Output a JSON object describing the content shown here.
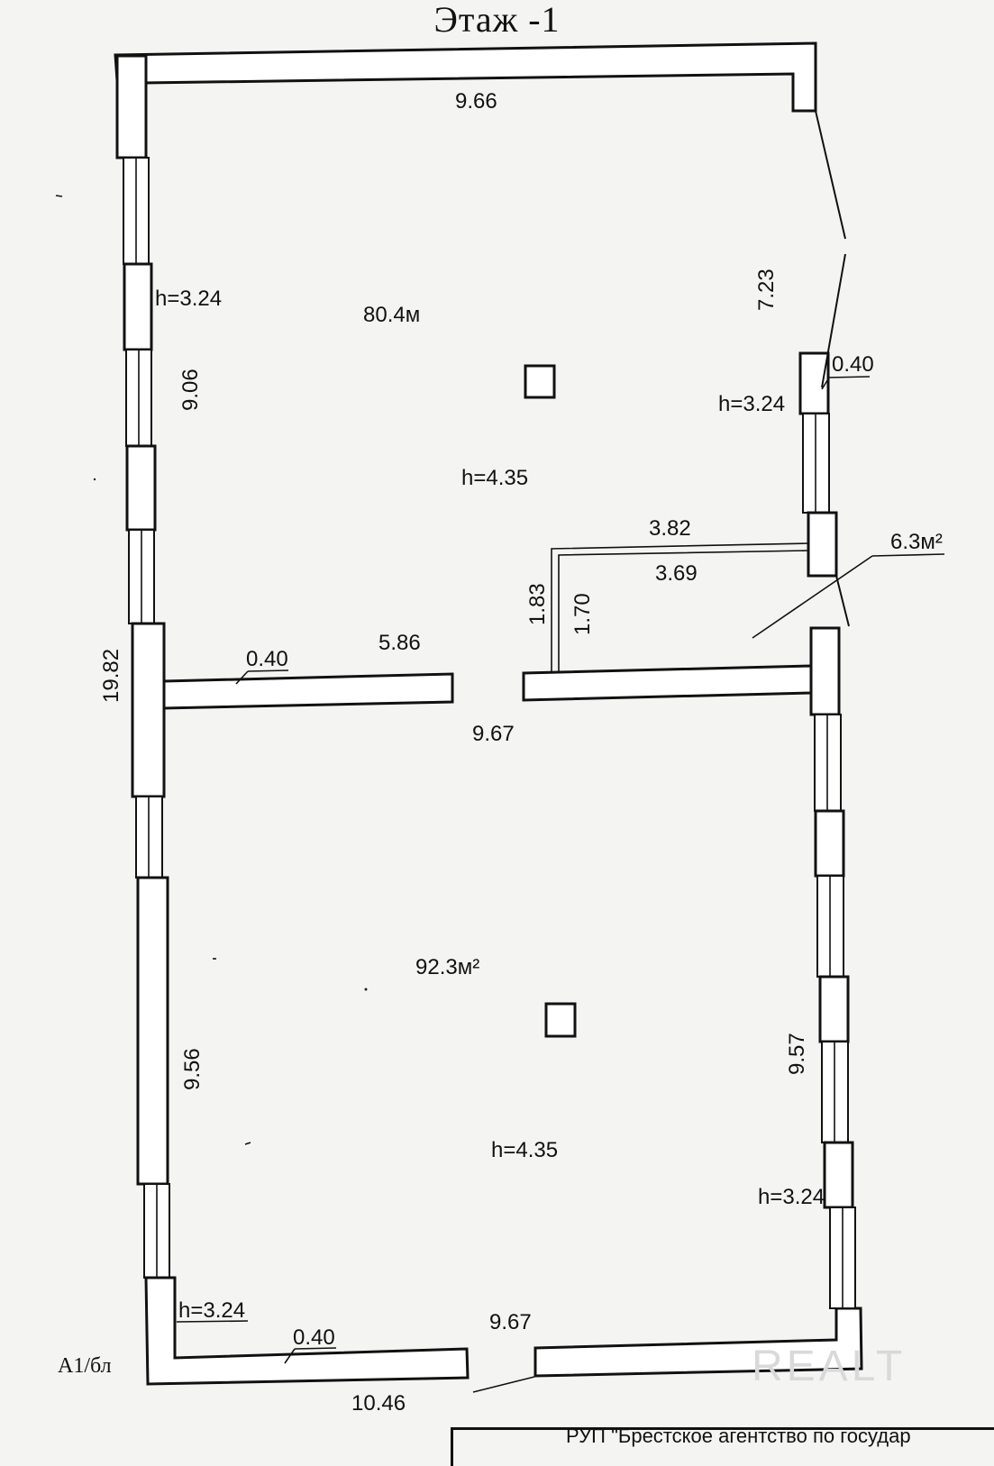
{
  "title": "Этаж -1",
  "room_upper": {
    "area": "80.4м",
    "height": "h=4.35"
  },
  "room_lower": {
    "area": "92.3м²",
    "height": "h=4.35"
  },
  "room_small": {
    "area": "6.3м²"
  },
  "dimensions": {
    "top_width": "9.66",
    "upper_left_height": "9.06",
    "overall_height": "19.82",
    "right_slope": "7.23",
    "small_room_outer": "3.82",
    "small_room_inner": "3.69",
    "small_room_depth_outer": "1.83",
    "small_room_depth_inner": "1.70",
    "partition_length": "5.86",
    "partition_thickness": "0.40",
    "right_wall_thickness": "0.40",
    "middle_width": "9.67",
    "lower_left_height": "9.56",
    "lower_right_height": "9.57",
    "bottom_inner_width": "9.67",
    "bottom_outer_width": "10.46",
    "bottom_wall_thickness": "0.40"
  },
  "window_heights": {
    "upper_left": "h=3.24",
    "upper_right": "h=3.24",
    "lower_right": "h=3.24",
    "lower_left": "h=3.24"
  },
  "sheet_code": "А1/бл",
  "watermark": "REALT",
  "stamp_text": "РУП \"Брестское агентство по государ"
}
